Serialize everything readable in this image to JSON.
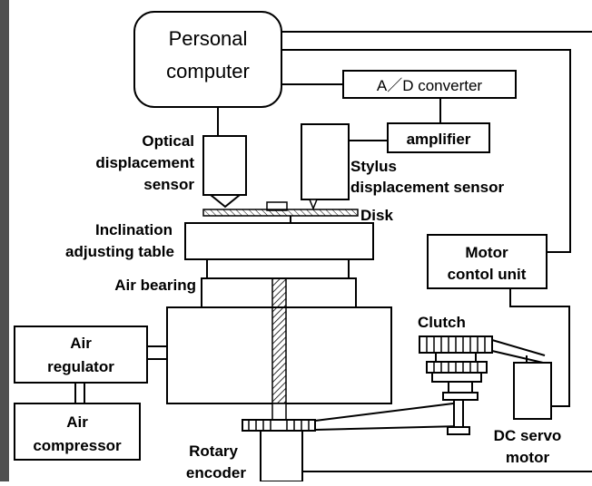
{
  "labels": {
    "personal_computer_line1": "Personal",
    "personal_computer_line2": "computer",
    "ad_converter": "A／D converter",
    "amplifier": "amplifier",
    "optical_line1": "Optical",
    "optical_line2": "displacement",
    "optical_line3": "sensor",
    "stylus_line1": "Stylus",
    "stylus_line2": "displacement sensor",
    "disk": "Disk",
    "inclination_line1": "Inclination",
    "inclination_line2": "adjusting table",
    "motor_control_line1": "Motor",
    "motor_control_line2": "contol unit",
    "air_bearing": "Air bearing",
    "clutch": "Clutch",
    "air_regulator_line1": "Air",
    "air_regulator_line2": "regulator",
    "air_compressor_line1": "Air",
    "air_compressor_line2": "compressor",
    "dc_servo_line1": "DC servo",
    "dc_servo_line2": "motor",
    "rotary_encoder_line1": "Rotary",
    "rotary_encoder_line2": "encoder"
  },
  "colors": {
    "stroke": "#000000",
    "fill": "#ffffff",
    "hatch": "#000000",
    "left_edge": "#5a5a5a"
  }
}
